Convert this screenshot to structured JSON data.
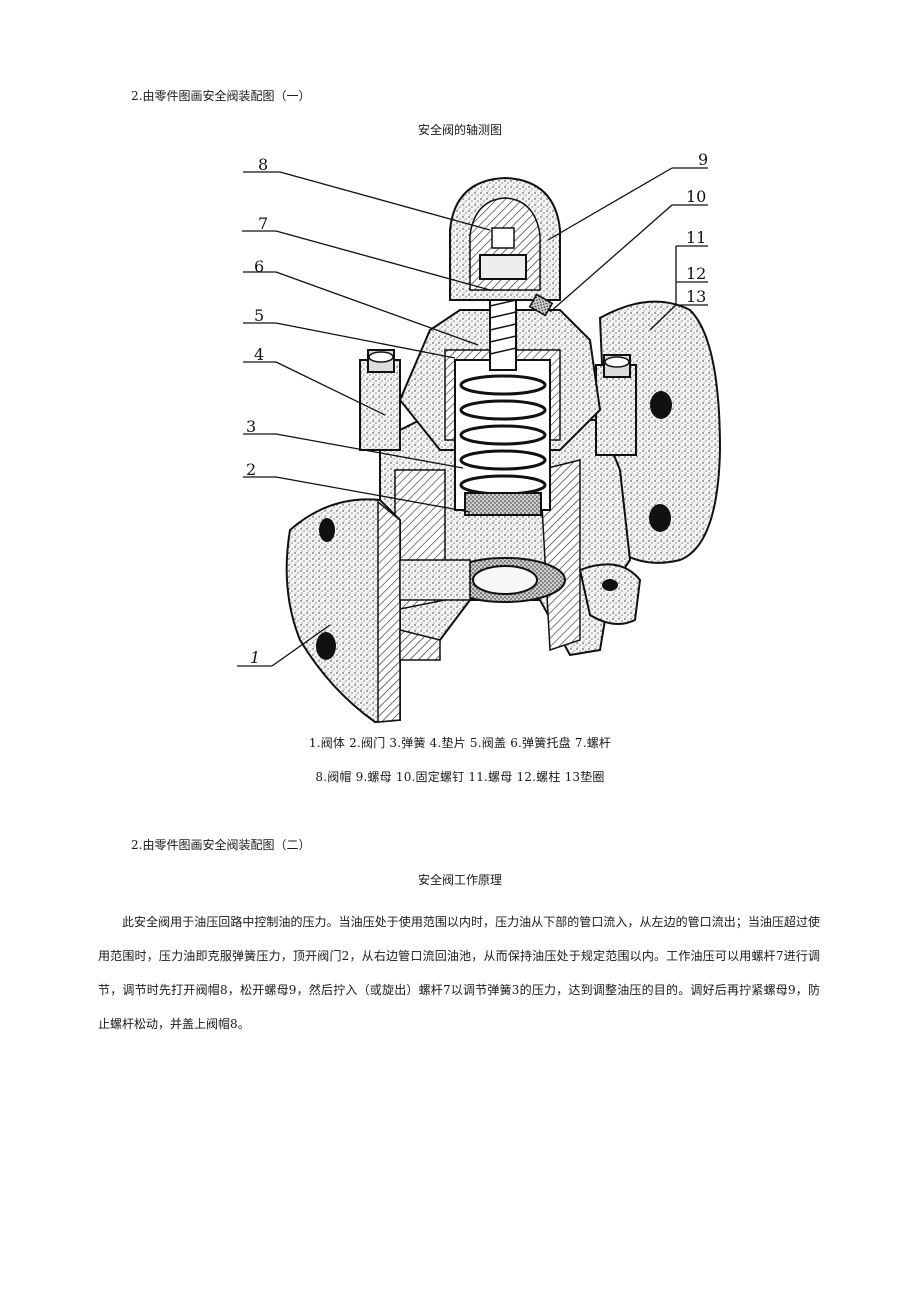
{
  "section1": {
    "heading": "2.由零件图画安全阀装配图（一）",
    "figure_title": "安全阀的轴测图",
    "callouts": [
      "1",
      "2",
      "3",
      "4",
      "5",
      "6",
      "7",
      "8",
      "9",
      "10",
      "11",
      "12",
      "13"
    ],
    "caption_line1": "1.阀体 2.阀门 3.弹簧 4.垫片 5.阀盖 6.弹簧托盘 7.螺杆",
    "caption_line2": "8.阀帽 9.螺母 10.固定螺钉 11.螺母 12.螺柱 13垫圈"
  },
  "section2": {
    "heading": "2.由零件图画安全阀装配图（二）",
    "title": "安全阀工作原理",
    "paragraph": "此安全阀用于油压回路中控制油的压力。当油压处于使用范围以内时，压力油从下部的管口流入，从左边的管口流出；当油压超过使用范围时，压力油即克服弹簧压力，顶开阀门2，从右边管口流回油池，从而保持油压处于规定范围以内。工作油压可以用螺杆7进行调节，调节时先打开阀帽8，松开螺母9，然后拧入（或旋出）螺杆7以调节弹簧3的压力，达到调整油压的目的。调好后再拧紧螺母9，防止螺杆松动，并盖上阀帽8。"
  }
}
